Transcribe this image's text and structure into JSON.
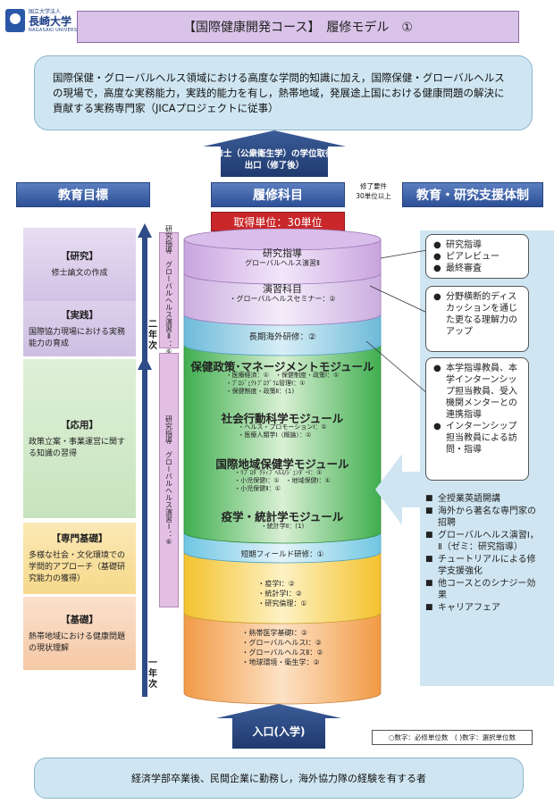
{
  "logo": {
    "small": "国立大学法人",
    "name": "長崎大学",
    "english": "NAGASAKI UNIVERSITY"
  },
  "title": "【国際健康開発コース】　履修モデル　①",
  "goal_text": "国際保健・グローバルヘルス領域における高度な学問的知識に加え，国際保健・グローバルヘルスの現場で，高度な実務能力，実践的能力を有し，熱帯地域，発展途上国における健康問題の解決に貢献する実務専門家（JICAプロジェクトに従事）",
  "degree": {
    "line1": "修士（公衆衛生学）の学位取得",
    "line2": "出口（修了後）"
  },
  "headers": {
    "goals": "教育目標",
    "courses": "履修科目",
    "support": "教育・研究支援体制",
    "requirement_line1": "修了要件",
    "requirement_line2": "30単位以上"
  },
  "units_badge": "取得単位：30単位",
  "goals": [
    {
      "title": "【研究】",
      "desc": "修士論文の作成"
    },
    {
      "title": "【実践】",
      "desc": "国際協力現場における実務能力の育成"
    },
    {
      "title": "【応用】",
      "desc": "政策立案・事業運営に関する知識の習得"
    },
    {
      "title": "【専門基礎】",
      "desc": "多様な社会・文化環境での学問的アプローチ（基礎研究能力の獲得）"
    },
    {
      "title": "【基礎】",
      "desc": "熱帯地域における健康問題の現状理解"
    }
  ],
  "years": {
    "year2": "二年次",
    "year1": "一年次"
  },
  "vertical_labels": {
    "top": "研究指導　グローバルヘルス演習Ⅱ：⑥",
    "bottom": "研究指導　グローバルヘルス演習Ⅰ：⑥"
  },
  "layers": {
    "research": {
      "title": "研究指導",
      "sub": "グローバルヘルス演習Ⅱ"
    },
    "exercise": {
      "title": "演習科目",
      "sub": "・グローバルヘルスセミナー：②"
    },
    "overseas": "長期海外研修：②",
    "policy": {
      "title": "保健政策･マネージメントモジュール",
      "items": [
        "・医療経済：①　・保健制度・政策Ⅰ：①",
        "・ﾌﾟﾛｼﾞｪｸﾄﾌﾟﾛｸﾞﾗﾑ管理Ⅰ：①",
        "・保健制度・政策Ⅱ：(1)"
      ]
    },
    "social": {
      "title": "社会行動科学モジュール",
      "items": [
        "・ヘルス・プロモーションⅠ：①",
        "・医療人類学Ⅰ（概論）：①"
      ]
    },
    "regional": {
      "title": "国際地域保健学モジュール",
      "items": [
        "・ﾘﾌﾟﾛﾀﾞｸﾃｨﾌﾞﾍﾙｽ/ｼﾞｪﾝﾀﾞｰⅠ：①",
        "・小児保健Ⅰ：①　・地域保健Ⅰ：①",
        "・小児保健Ⅱ：①"
      ]
    },
    "epi": {
      "title": "疫学・統計学モジュール",
      "items": [
        "・統計学Ⅱ：(1)"
      ]
    },
    "field": "短期フィールド研修：①",
    "basic_a": [
      "・疫学Ⅰ：②",
      "・統計学Ⅰ：②",
      "・研究倫理：①"
    ],
    "basic_b": [
      "・熱帯医学基礎Ⅰ：②",
      "・グローバルヘルスⅠ：②",
      "・グローバルヘルスⅡ：②",
      "・地球環境・衛生学：②"
    ]
  },
  "support": {
    "bubble1": [
      "研究指導",
      "ピアレビュー",
      "最終審査"
    ],
    "bubble2": [
      "分野横断的ディスカッションを通じた更なる理解力のアップ"
    ],
    "bubble3": [
      "本学指導教員、本学インターンシップ担当教員、受入機関メンターとの連携指導",
      "インターンシップ担当教員による訪問・指導"
    ],
    "list": [
      "全授業英語開講",
      "海外から著名な専門家の招聘",
      "グローバルヘルス演習Ⅰ，Ⅱ（ゼミ：研究指導）",
      "チュートリアルによる修学支援強化",
      "他コースとのシナジー効果",
      "キャリアフェア"
    ]
  },
  "entry": "入口(入学)",
  "legend": "○数字：必修単位数　( )数字：選択単位数",
  "entry_text": "経済学部卒業後、民間企業に勤務し，海外協力隊の経験を有する者"
}
